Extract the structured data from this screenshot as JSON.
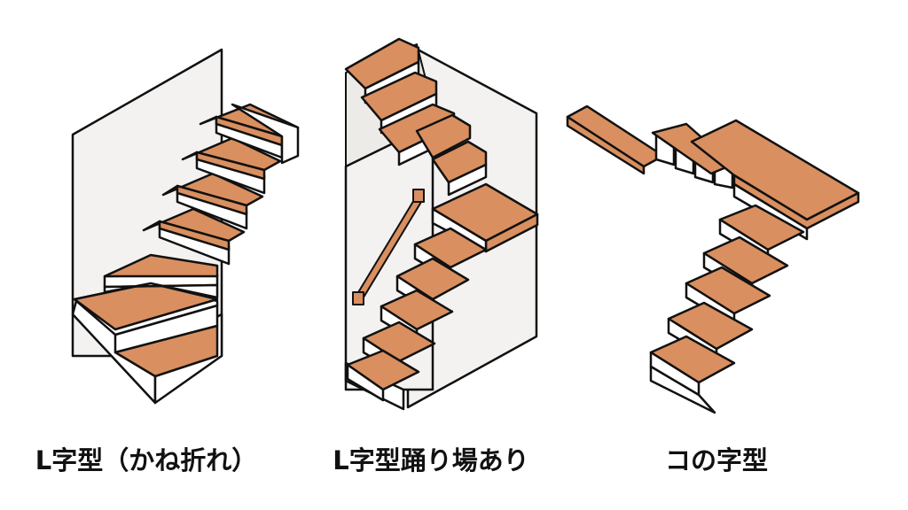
{
  "colors": {
    "tread": "#d98f5f",
    "outline": "#111111",
    "wall": "#f3f2f0",
    "riser": "#ffffff",
    "glass": "#e9e6e2"
  },
  "captions": {
    "l_kane": "L字型（かね折れ）",
    "l_odoriba": "L字型踊り場あり",
    "ko": "コの字型"
  }
}
